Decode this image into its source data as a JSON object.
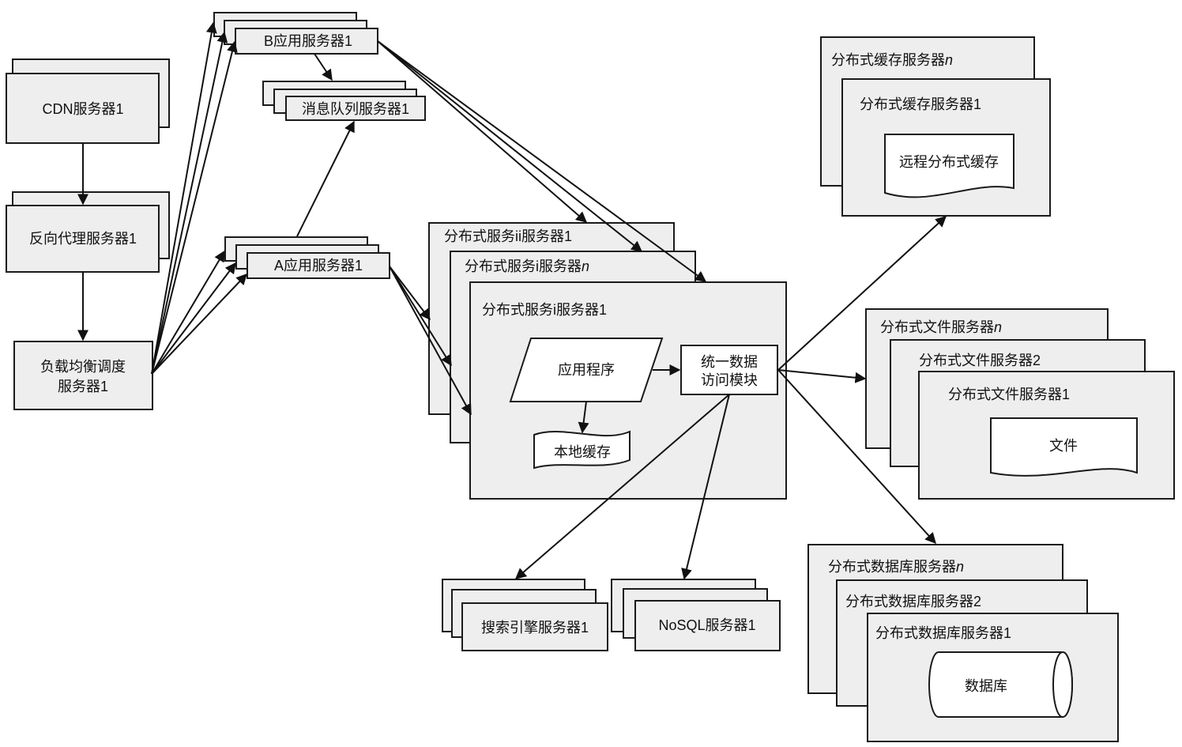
{
  "nodes": {
    "cdn": "CDN服务器1",
    "reverse_proxy": "反向代理服务器1",
    "load_balancer_line1": "负载均衡调度",
    "load_balancer_line2": "服务器1",
    "app_b": "B应用服务器1",
    "message_queue": "消息队列服务器1",
    "app_a": "A应用服务器1",
    "dist_service_ii": "分布式服务ii服务器1",
    "dist_service_i_n_prefix": "分布式服务i服务器",
    "dist_service_i_1": "分布式服务i服务器1",
    "app_program": "应用程序",
    "local_cache": "本地缓存",
    "data_access_line1": "统一数据",
    "data_access_line2": "访问模块",
    "search_engine": "搜索引擎服务器1",
    "nosql": "NoSQL服务器1",
    "cache_n_prefix": "分布式缓存服务器",
    "cache_1": "分布式缓存服务器1",
    "remote_cache": "远程分布式缓存",
    "file_n_prefix": "分布式文件服务器",
    "file_2": "分布式文件服务器2",
    "file_1": "分布式文件服务器1",
    "file": "文件",
    "db_n_prefix": "分布式数据库服务器",
    "db_2": "分布式数据库服务器2",
    "db_1": "分布式数据库服务器1",
    "database": "数据库",
    "n_suffix": "n"
  },
  "colors": {
    "box_fill": "#eeeeee",
    "stroke": "#1a1a1a",
    "shape_fill": "#ffffff"
  }
}
